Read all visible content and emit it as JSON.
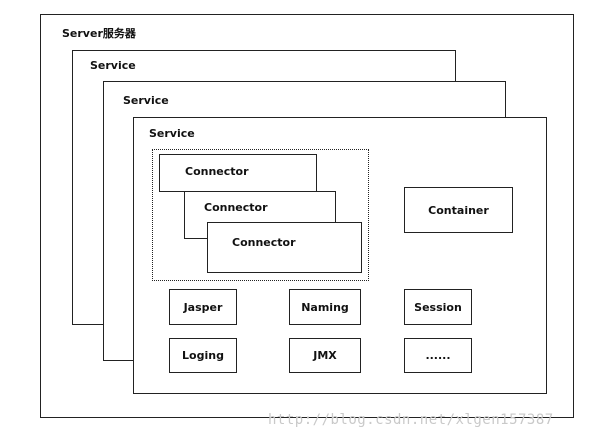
{
  "server": {
    "label": "Server服务器"
  },
  "services": [
    "Service",
    "Service",
    "Service"
  ],
  "connectors": [
    "Connector",
    "Connector",
    "Connector"
  ],
  "container": {
    "label": "Container"
  },
  "components": {
    "row1": [
      "Jasper",
      "Naming",
      "Session"
    ],
    "row2": [
      "Loging",
      "JMX",
      "......"
    ]
  },
  "watermark": "http://blog.csdn.net/xlgen157387"
}
